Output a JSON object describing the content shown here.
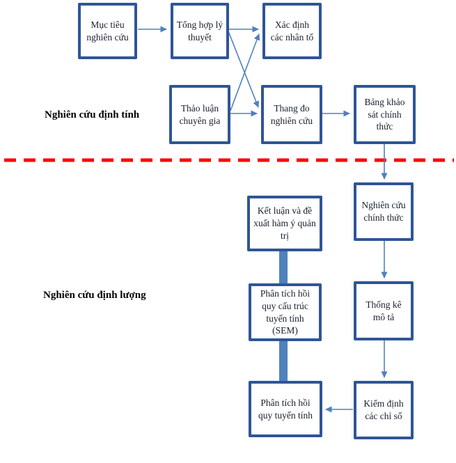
{
  "diagram": {
    "section_labels": {
      "qualitative": "Nghiên cứu định tính",
      "quantitative": "Nghiên cứu định lượng"
    },
    "boxes": {
      "muc_tieu": "Mục tiêu nghiên cứu",
      "tong_hop": "Tổng hợp lý thuyết",
      "xac_dinh": "Xác định các nhân tố",
      "thao_luan": "Thảo luận chuyên gia",
      "thang_do": "Thang đo nghiên cứu",
      "bang_khao_sat": "Bảng khảo sát chính thức",
      "nghien_cuu_chinh_thuc": "Nghiên cứu chính thức",
      "thong_ke": "Thống kê mô tả",
      "kiem_dinh": "Kiểm định các chỉ số",
      "ket_luan": "Kết luận và đề xuất hàm ý quản trị",
      "sem": "Phân tích hồi quy cấu trúc tuyến tính (SEM)",
      "hoi_quy": "Phân tích hồi quy tuyến tính"
    },
    "connections": [
      {
        "from": "muc_tieu",
        "to": "tong_hop",
        "style": "arrow"
      },
      {
        "from": "tong_hop",
        "to": "xac_dinh",
        "style": "arrow"
      },
      {
        "from": "tong_hop",
        "to": "thang_do",
        "style": "arrow"
      },
      {
        "from": "thao_luan",
        "to": "xac_dinh",
        "style": "arrow"
      },
      {
        "from": "thao_luan",
        "to": "thang_do",
        "style": "arrow"
      },
      {
        "from": "thang_do",
        "to": "bang_khao_sat",
        "style": "arrow"
      },
      {
        "from": "bang_khao_sat",
        "to": "nghien_cuu_chinh_thuc",
        "style": "arrow"
      },
      {
        "from": "nghien_cuu_chinh_thuc",
        "to": "thong_ke",
        "style": "arrow"
      },
      {
        "from": "thong_ke",
        "to": "kiem_dinh",
        "style": "arrow"
      },
      {
        "from": "kiem_dinh",
        "to": "hoi_quy",
        "style": "arrow"
      },
      {
        "from": "hoi_quy",
        "to": "sem",
        "style": "thick-bar"
      },
      {
        "from": "sem",
        "to": "ket_luan",
        "style": "thick-bar"
      }
    ],
    "colors": {
      "box_border": "#2F5597",
      "arrow": "#4F81BD",
      "thick_bar": "#4F81BD",
      "divider": "#FF0000",
      "box_text": "#1A1F2E",
      "label_text": "#000000"
    }
  }
}
